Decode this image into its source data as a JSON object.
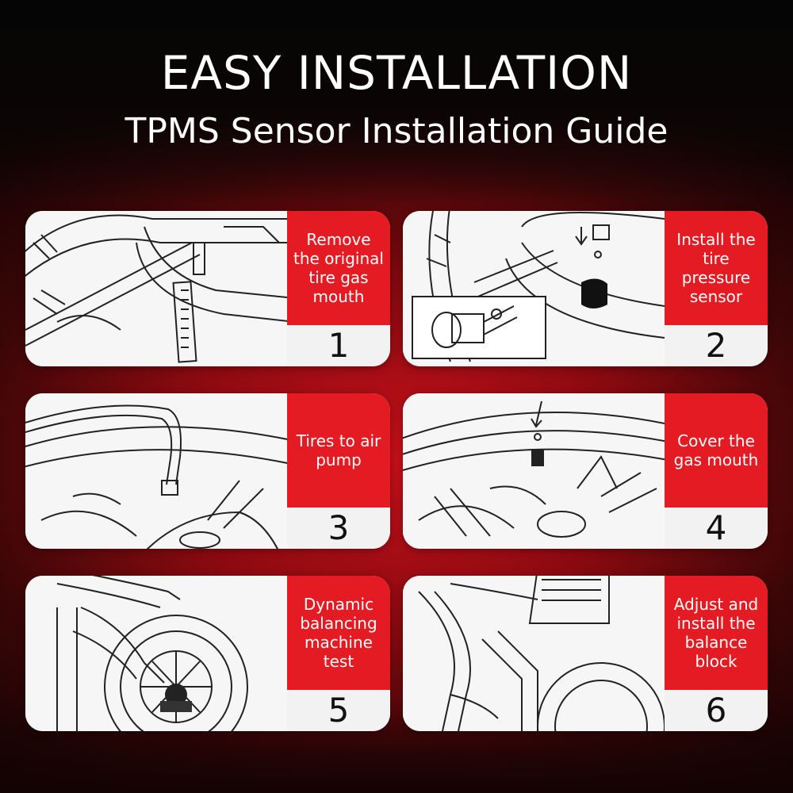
{
  "header": {
    "title": "EASY INSTALLATION",
    "subtitle": "TPMS Sensor Installation Guide"
  },
  "colors": {
    "accent_red": "#e41b22",
    "background_dark": "#0b0505",
    "number_panel": "#f2f2f2"
  },
  "steps": [
    {
      "label": "Remove the original tire gas mouth",
      "number": "1",
      "illustration": "tire-valve-removal-icon"
    },
    {
      "label": "Install the tire pressure sensor",
      "number": "2",
      "illustration": "sensor-install-icon"
    },
    {
      "label": "Tires to air pump",
      "number": "3",
      "illustration": "air-pump-icon"
    },
    {
      "label": "Cover the gas mouth",
      "number": "4",
      "illustration": "valve-cap-icon"
    },
    {
      "label": "Dynamic balancing machine test",
      "number": "5",
      "illustration": "balancing-machine-icon"
    },
    {
      "label": "Adjust and install the balance block",
      "number": "6",
      "illustration": "balance-block-icon"
    }
  ]
}
